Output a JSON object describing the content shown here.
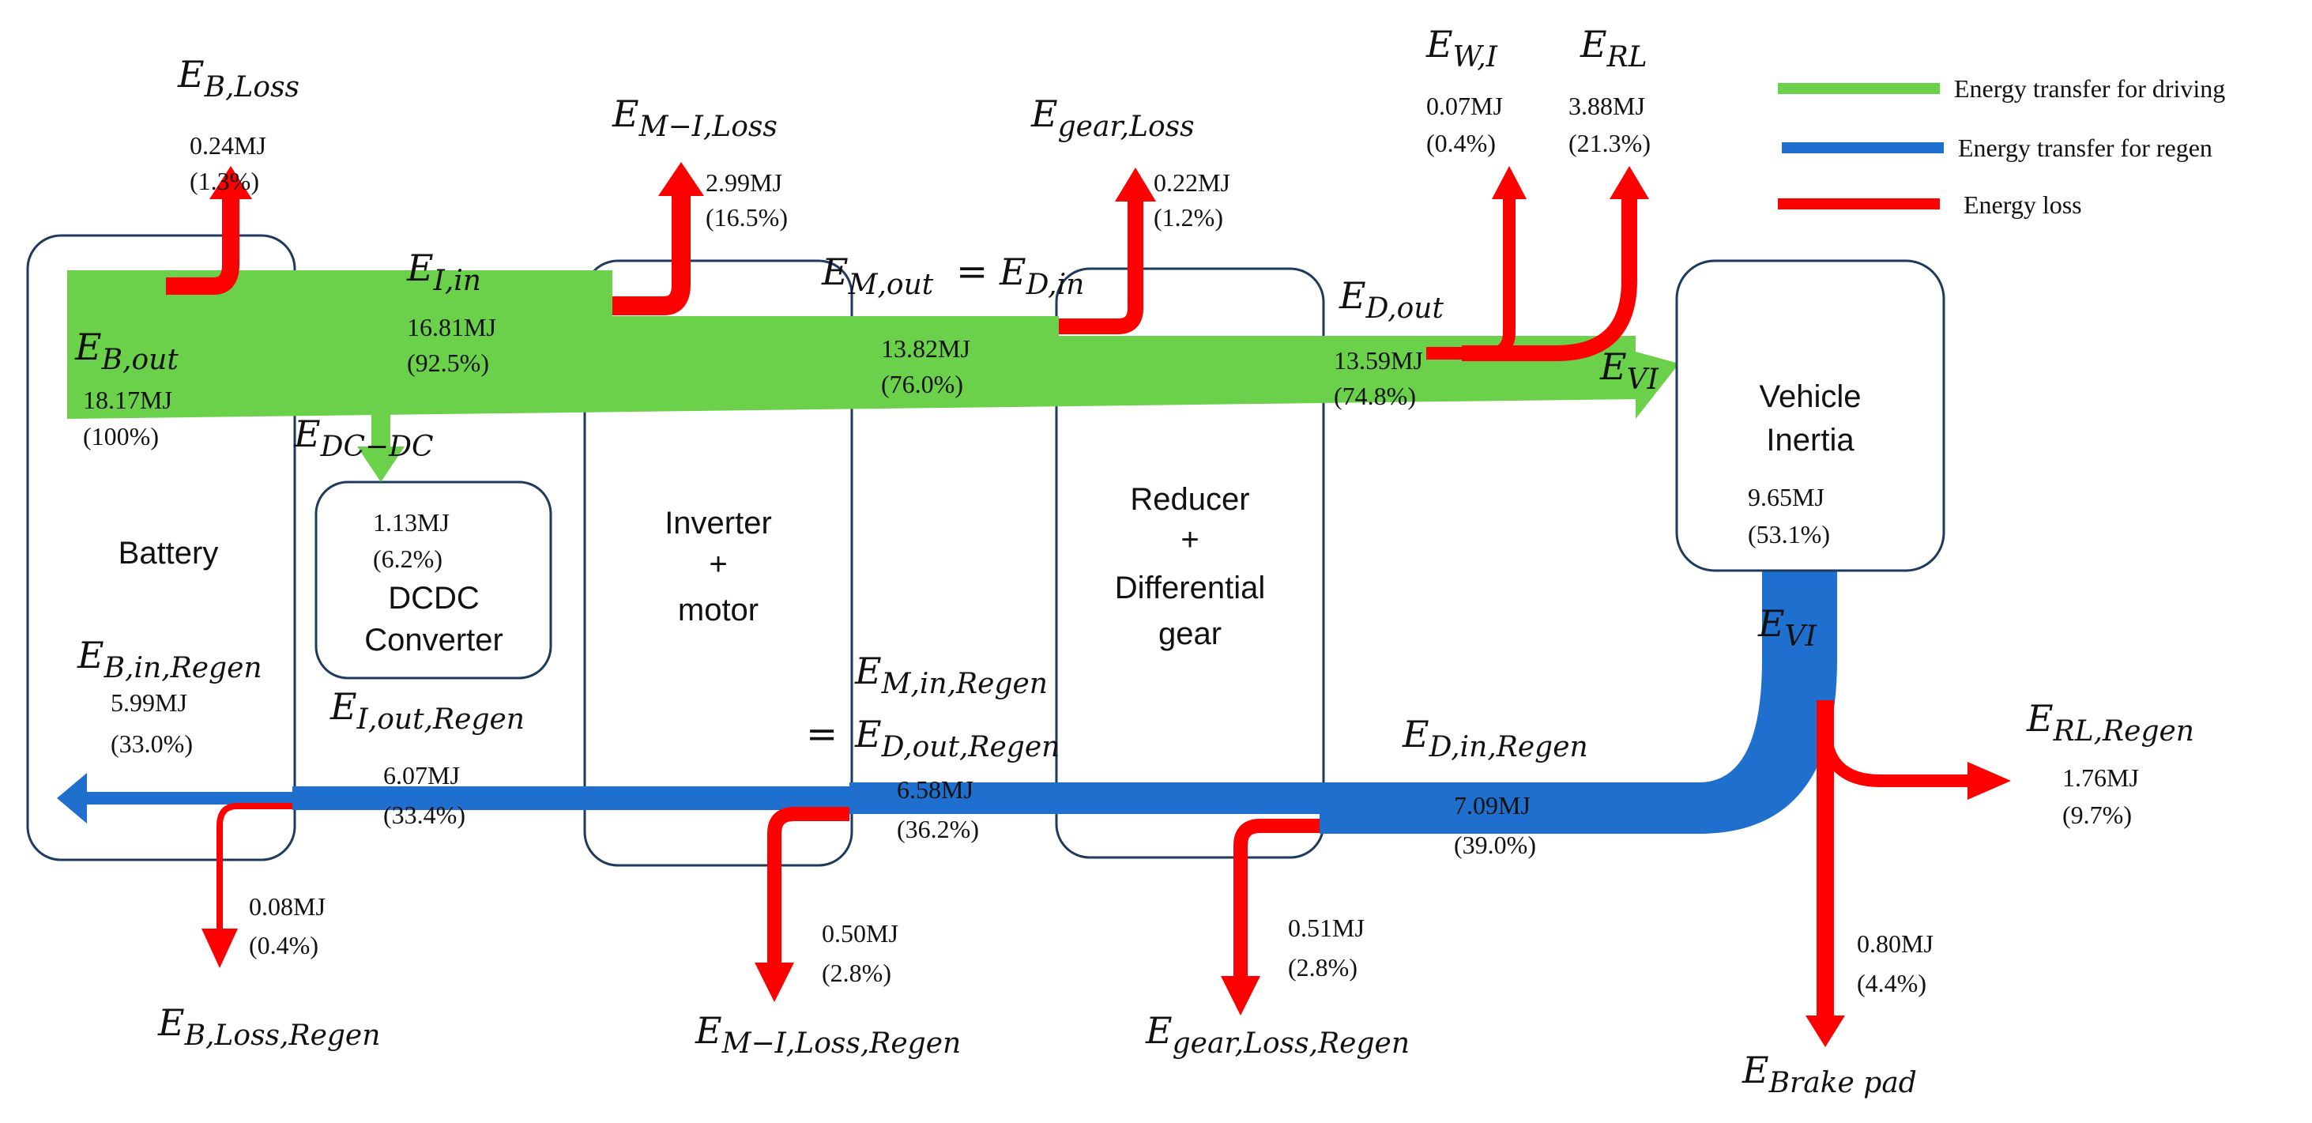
{
  "colors": {
    "driving": "#6bd14a",
    "regen": "#1f6fce",
    "loss": "#ff0000",
    "box_stroke": "#1e3a5f"
  },
  "legend": {
    "driving": "Energy transfer for driving",
    "regen": "Energy transfer for regen",
    "loss": "Energy loss"
  },
  "boxes": {
    "battery": [
      "Battery"
    ],
    "dcdc": [
      "DCDC",
      "Converter"
    ],
    "inverter": [
      "Inverter",
      "+",
      "motor"
    ],
    "reducer": [
      "Reducer",
      "+",
      "Differential",
      "gear"
    ],
    "vehicle": [
      "Vehicle",
      "Inertia"
    ]
  },
  "symbols": {
    "e_b_loss": {
      "main": "E",
      "sub": "B,Loss"
    },
    "e_mi_loss": {
      "main": "E",
      "sub": "M−I,Loss"
    },
    "e_gear_loss": {
      "main": "E",
      "sub": "gear,Loss"
    },
    "e_wi": {
      "main": "E",
      "sub": "W,I"
    },
    "e_rl": {
      "main": "E",
      "sub": "RL"
    },
    "e_i_in": {
      "main": "E",
      "sub": "I,in"
    },
    "e_m_out": {
      "main": "E",
      "sub": "M,out"
    },
    "e_d_in": {
      "main": "E",
      "sub": "D,in"
    },
    "e_d_out": {
      "main": "E",
      "sub": "D,out"
    },
    "e_b_out": {
      "main": "E",
      "sub": "B,out"
    },
    "e_vi_top": {
      "main": "E",
      "sub": "VI"
    },
    "e_dc_dc": {
      "main": "E",
      "sub": "DC−DC"
    },
    "e_vi_mid": {
      "main": "E",
      "sub": "VI"
    },
    "e_b_in_regen": {
      "main": "E",
      "sub": "B,in,Regen"
    },
    "e_i_out_regen": {
      "main": "E",
      "sub": "I,out,Regen"
    },
    "e_m_in_regen": {
      "main": "E",
      "sub": "M,in,Regen"
    },
    "e_d_out_regen": {
      "main": "E",
      "sub": "D,out,Regen"
    },
    "e_d_in_regen": {
      "main": "E",
      "sub": "D,in,Regen"
    },
    "e_rl_regen": {
      "main": "E",
      "sub": "RL,Regen"
    },
    "e_b_loss_regen": {
      "main": "E",
      "sub": "B,Loss,Regen"
    },
    "e_mi_loss_regen": {
      "main": "E",
      "sub": "M−I,Loss,Regen"
    },
    "e_gear_loss_regen": {
      "main": "E",
      "sub": "gear,Loss,Regen"
    },
    "e_brake_pad": {
      "main": "E",
      "sub": "Brake pad"
    }
  },
  "equals": "=",
  "values": {
    "b_loss": {
      "mj": "0.24MJ",
      "pct": "(1.3%)"
    },
    "mi_loss": {
      "mj": "2.99MJ",
      "pct": "(16.5%)"
    },
    "gear_loss": {
      "mj": "0.22MJ",
      "pct": "(1.2%)"
    },
    "wi": {
      "mj": "0.07MJ",
      "pct": "(0.4%)"
    },
    "rl": {
      "mj": "3.88MJ",
      "pct": "(21.3%)"
    },
    "i_in": {
      "mj": "16.81MJ",
      "pct": "(92.5%)"
    },
    "m_out": {
      "mj": "13.82MJ",
      "pct": "(76.0%)"
    },
    "d_out": {
      "mj": "13.59MJ",
      "pct": "(74.8%)"
    },
    "b_out": {
      "mj": "18.17MJ",
      "pct": "(100%)"
    },
    "dcdc": {
      "mj": "1.13MJ",
      "pct": "(6.2%)"
    },
    "vi": {
      "mj": "9.65MJ",
      "pct": "(53.1%)"
    },
    "b_in_regen": {
      "mj": "5.99MJ",
      "pct": "(33.0%)"
    },
    "i_out_regen": {
      "mj": "6.07MJ",
      "pct": "(33.4%)"
    },
    "m_in_regen": {
      "mj": "6.58MJ",
      "pct": "(36.2%)"
    },
    "d_in_regen": {
      "mj": "7.09MJ",
      "pct": "(39.0%)"
    },
    "rl_regen": {
      "mj": "1.76MJ",
      "pct": "(9.7%)"
    },
    "b_loss_regen": {
      "mj": "0.08MJ",
      "pct": "(0.4%)"
    },
    "mi_loss_regen": {
      "mj": "0.50MJ",
      "pct": "(2.8%)"
    },
    "gear_loss_regen": {
      "mj": "0.51MJ",
      "pct": "(2.8%)"
    },
    "brake_pad": {
      "mj": "0.80MJ",
      "pct": "(4.4%)"
    }
  }
}
